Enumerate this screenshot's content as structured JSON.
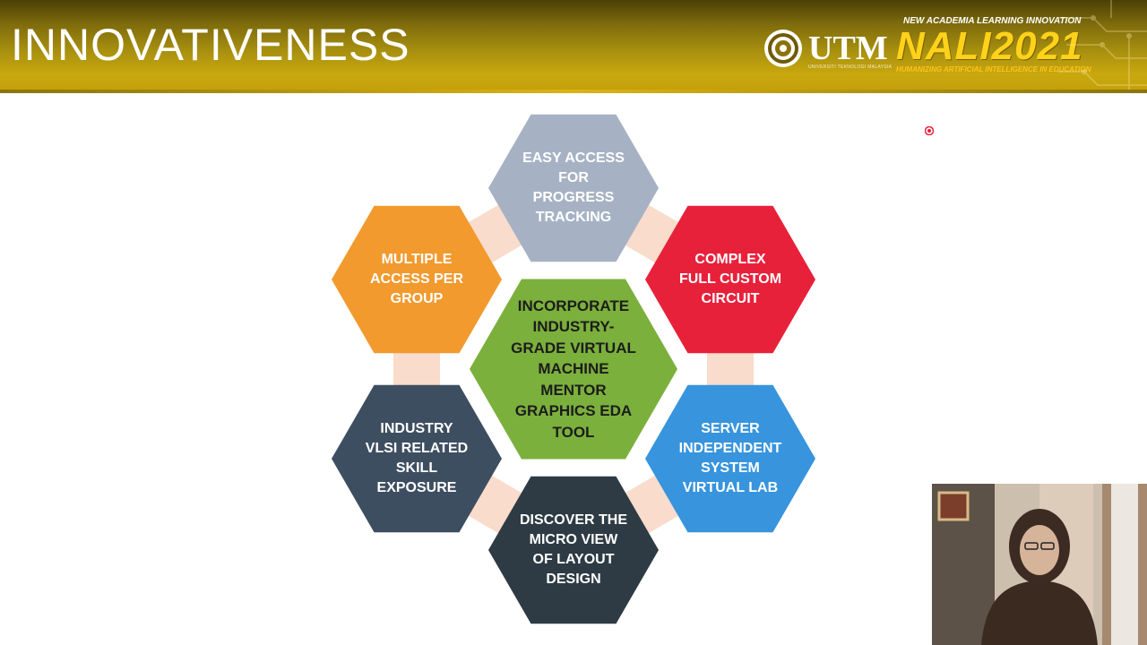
{
  "slide": {
    "title": "INNOVATIVENESS"
  },
  "branding": {
    "utm_word": "UTM",
    "utm_subtitle": "UNIVERSITI TEKNOLOGI MALAYSIA",
    "event_tagline_top": "NEW ACADEMIA LEARNING INNOVATION",
    "event_name": "NALI2021",
    "event_tagline_bottom": "HUMANIZING ARTIFICIAL INTELLIGENCE IN EDUCATION"
  },
  "diagram": {
    "center": {
      "text": "INCORPORATE\nINDUSTRY-\nGRADE VIRTUAL\nMACHINE\nMENTOR\nGRAPHICS EDA\nTOOL",
      "color": "#7bb03c"
    },
    "items": [
      {
        "text": "EASY ACCESS\nFOR\nPROGRESS\nTRACKING",
        "color": "#a6b2c4"
      },
      {
        "text": "COMPLEX\nFULL CUSTOM\nCIRCUIT",
        "color": "#e8213b"
      },
      {
        "text": "SERVER\nINDEPENDENT\nSYSTEM\nVIRTUAL LAB",
        "color": "#3794dd"
      },
      {
        "text": "DISCOVER THE\nMICRO VIEW\nOF LAYOUT\nDESIGN",
        "color": "#2e3b44"
      },
      {
        "text": "INDUSTRY\nVLSI RELATED\nSKILL\nEXPOSURE",
        "color": "#3e4e61"
      },
      {
        "text": "MULTIPLE\nACCESS PER\nGROUP",
        "color": "#f29a2e"
      }
    ],
    "connector_color": "#f9dccb"
  }
}
